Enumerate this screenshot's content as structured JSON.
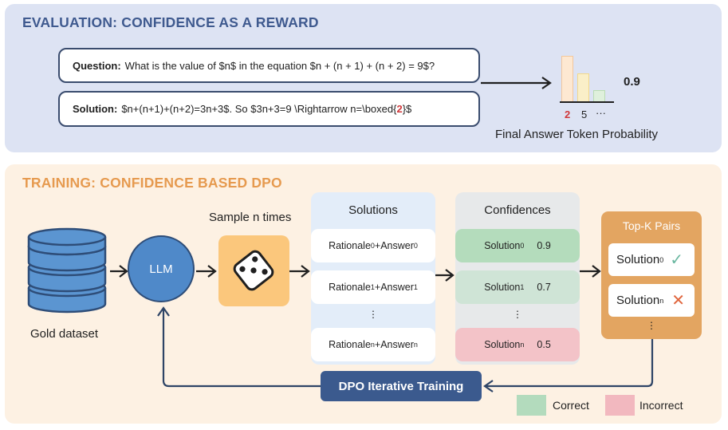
{
  "evaluation": {
    "title": "EVALUATION: CONFIDENCE AS A REWARD",
    "question_label": "Question:",
    "question_text": "What is the value of $n$ in the equation $n + (n + 1) + (n + 2) = 9$?",
    "solution_label": "Solution:",
    "solution_text_pre": "$n+(n+1)+(n+2)=3n+3$.  So $3n+3=9 \\Rightarrow n=\\boxed{",
    "solution_answer": "2",
    "solution_text_post": "}$",
    "prob_value": "0.9",
    "token_labels": [
      "2",
      "5",
      "···"
    ],
    "token_bar_levels": [
      1.0,
      0.62,
      0.25
    ],
    "caption": "Final Answer Token Probability"
  },
  "training": {
    "title": "TRAINING: CONFIDENCE BASED DPO",
    "dataset_label": "Gold dataset",
    "llm_label": "LLM",
    "sample_label": "Sample n times",
    "solutions_header": "Solutions",
    "solutions": [
      {
        "a": "Rationale",
        "as": "0",
        "b": "+Answer",
        "bs": "0"
      },
      {
        "a": "Rationale",
        "as": "1",
        "b": "+Answer",
        "bs": "1"
      },
      {
        "a": "Rationale",
        "as": "n",
        "b": "+Answer",
        "bs": "n"
      }
    ],
    "ellipsis": "⋮",
    "confidences_header": "Confidences",
    "confidences": [
      {
        "name": "Solution",
        "sub": "0",
        "value": "0.9"
      },
      {
        "name": "Solution",
        "sub": "1",
        "value": "0.7"
      },
      {
        "name": "Solution",
        "sub": "n",
        "value": "0.5"
      }
    ],
    "topk_header": "Top-K Pairs",
    "topk": [
      {
        "name": "Solution",
        "sub": "0",
        "mark": "✓"
      },
      {
        "name": "Solution",
        "sub": "n",
        "mark": "✕"
      }
    ],
    "dpo_label": "DPO Iterative Training",
    "legend": [
      {
        "label": "Correct",
        "color": "#b3dbbd"
      },
      {
        "label": "Incorrect",
        "color": "#f2b8bf"
      }
    ],
    "colors": {
      "correct_cell": "#b4dcbc",
      "mid_cell": "#cfe4d6",
      "incorrect_cell": "#f3c3c8",
      "check": "#6ab7a0",
      "cross": "#e0663e",
      "llm": "#4f89c9",
      "dice": "#fbc77c",
      "database": "#5b95d1"
    }
  }
}
